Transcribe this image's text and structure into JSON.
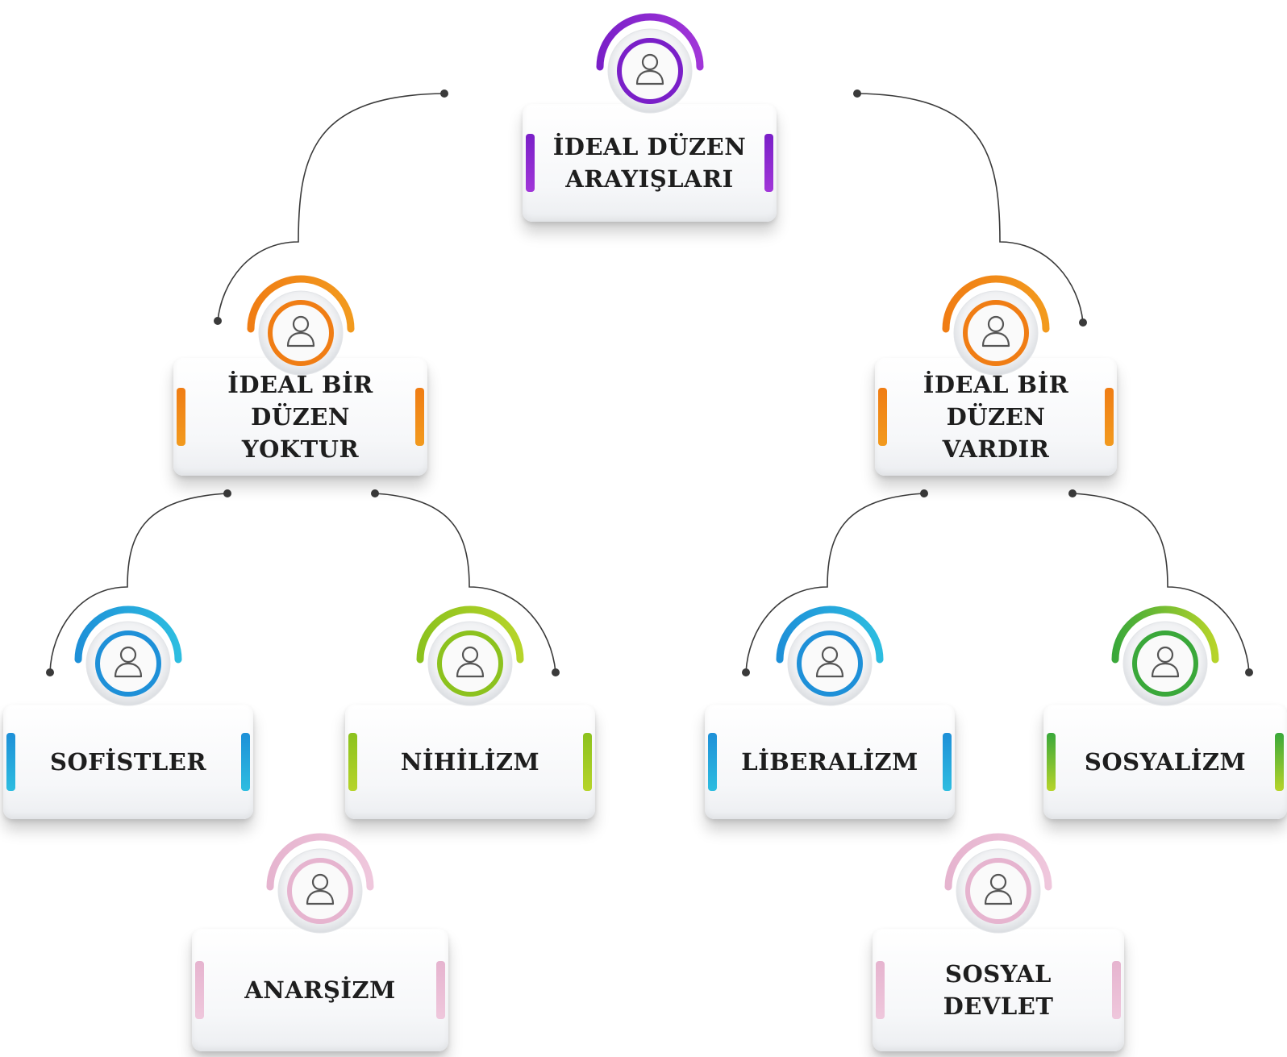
{
  "nodes": [
    {
      "id": "root",
      "label": "İDEAL DÜZEN\nARAYIŞLARI",
      "color": "#7a1fc8",
      "color2": "#a136d8",
      "icon": "user-icon"
    },
    {
      "id": "yok",
      "label": "İDEAL BİR\nDÜZEN\nYOKTUR",
      "color": "#f07d14",
      "color2": "#f29a1e",
      "icon": "user-icon"
    },
    {
      "id": "var",
      "label": "İDEAL BİR\nDÜZEN\nVARDIR",
      "color": "#f07d14",
      "color2": "#f29a1e",
      "icon": "user-icon"
    },
    {
      "id": "sofistler",
      "label": "SOFİSTLER",
      "color": "#1e90d8",
      "color2": "#2dbde0",
      "icon": "user-icon"
    },
    {
      "id": "nihilizm",
      "label": "NİHİLİZM",
      "color": "#8cc21e",
      "color2": "#b6d42a",
      "icon": "user-icon"
    },
    {
      "id": "liberalizm",
      "label": "LİBERALİZM",
      "color": "#1e90d8",
      "color2": "#2dbde0",
      "icon": "user-icon"
    },
    {
      "id": "sosyalizm",
      "label": "SOSYALİZM",
      "color": "#3aa83a",
      "color2": "#b6d42a",
      "icon": "user-icon"
    },
    {
      "id": "anarsizm",
      "label": "ANARŞİZM",
      "color": "#e6b4cf",
      "color2": "#efc7dc",
      "icon": "user-icon"
    },
    {
      "id": "sosyal_devlet",
      "label": "SOSYAL\nDEVLET",
      "color": "#e6b4cf",
      "color2": "#efc7dc",
      "icon": "user-icon"
    }
  ],
  "edges": [
    [
      "root",
      "yok"
    ],
    [
      "root",
      "var"
    ],
    [
      "yok",
      "sofistler"
    ],
    [
      "yok",
      "nihilizm"
    ],
    [
      "var",
      "liberalizm"
    ],
    [
      "var",
      "sosyalizm"
    ]
  ]
}
